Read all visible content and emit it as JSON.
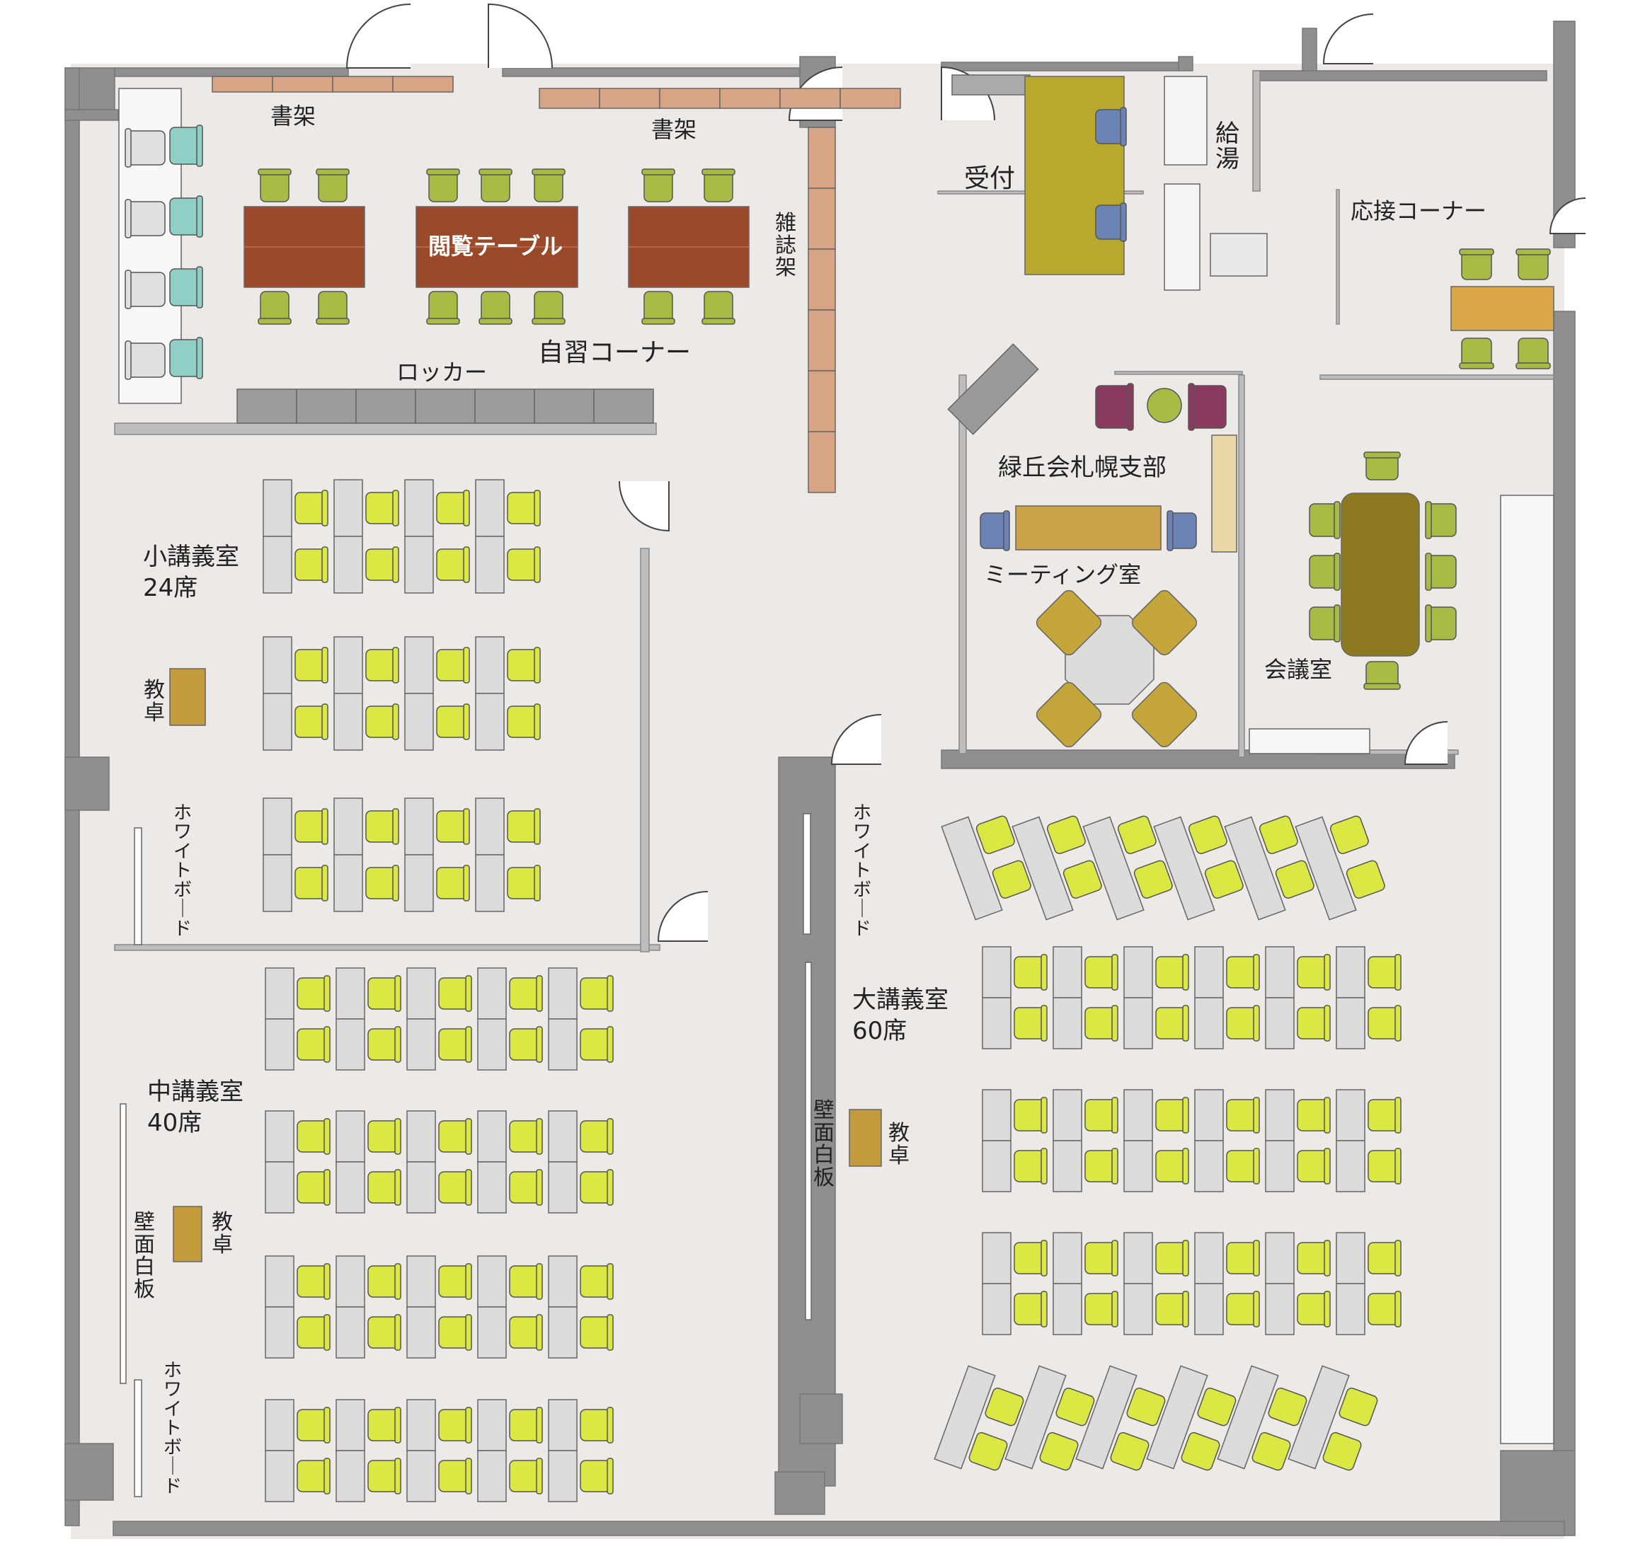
{
  "colors": {
    "floor": "#ece9e6",
    "wall": "#8f8f8f",
    "desk": "#dcdcdc",
    "lecture_chair": "#dbe843",
    "reading_chair": "#a8bc45",
    "reading_table": "#9a4a2a",
    "shelf": "#d7a585",
    "podium": "#c39a3c",
    "meeting_chair": "#c4a53a",
    "conference_table": "#8d7a20",
    "blue_chair": "#6b84b5",
    "teal_chair": "#8fcfc6",
    "purple_chair": "#8a3a5e",
    "reception_counter": "#b8a82e",
    "locker": "#9c9c9c",
    "reception_table": "#d9a648"
  },
  "labels": {
    "bookshelf_left": "書架",
    "bookshelf_right": "書架",
    "reading_table": "閲覧テーブル",
    "magazine_rack": "雑誌\n架",
    "study_corner": "自習コーナー",
    "locker": "ロッカー",
    "reception": "受付",
    "kitchenette": "給\n湯",
    "reception_corner": "応接コーナー",
    "branch_office": "緑丘会札幌支部",
    "meeting_room": "ミーティング室",
    "conference_room": "会議室",
    "small_room": "小講義室",
    "small_room_seats": "24席",
    "podium_small": "教\n卓",
    "whiteboard_small": "ホ\nワ\nイ\nト\nボ\n｜\nド",
    "medium_room": "中講義室",
    "medium_room_seats": "40席",
    "wall_board_medium": "壁\n面\n白\n板",
    "podium_medium": "教\n卓",
    "whiteboard_medium": "ホ\nワ\nイ\nト\nボ\n｜\nド",
    "large_room": "大講義室",
    "large_room_seats": "60席",
    "whiteboard_large": "ホ\nワ\nイ\nト\nボ\n｜\nド",
    "wall_board_large": "壁\n面\n白\n板",
    "podium_large": "教\n卓"
  }
}
